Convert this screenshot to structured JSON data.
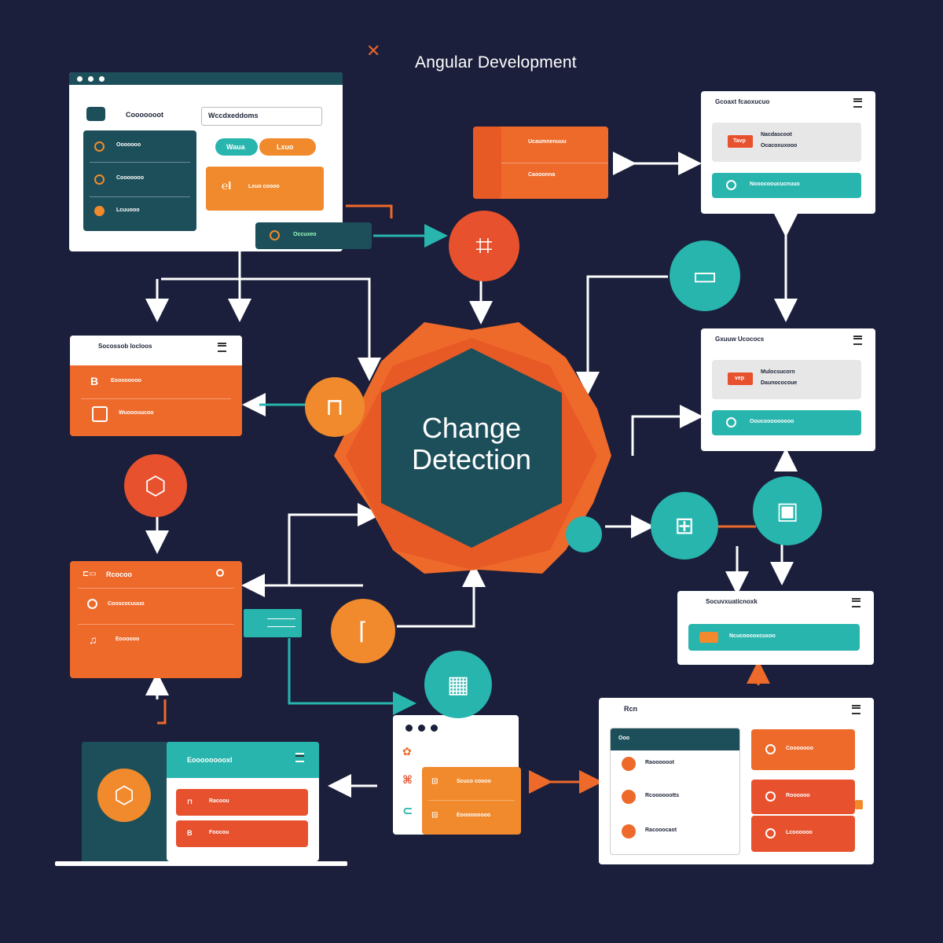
{
  "header": {
    "title": "Angular Development",
    "close_glyph": "✕"
  },
  "center": {
    "line1": "Change",
    "line2": "Detection"
  },
  "colors": {
    "background": "#1b1f3b",
    "orange": "#ee6a2a",
    "teal": "#27b5ad",
    "dark_teal": "#1d4f5b",
    "red": "#e8512e"
  },
  "panels": {
    "top_left": {
      "title": "Cooooooot",
      "search": "Wccdxeddoms",
      "list": [
        "Ooooooo",
        "Cooooooo",
        "Lcuuooo"
      ],
      "pill_a": "Waua",
      "pill_b": "Lxuo",
      "card": "Lxuo coooo"
    },
    "top_left_toolbar": "Occuxeo",
    "top_orange": [
      "Ucaumnenuuu",
      "Caooonna"
    ],
    "right_1": {
      "title": "Gcoaxt fcaoxucuo",
      "badge": "Tavp",
      "text_a": "Nacdascoot",
      "text_b": "Ocacoxuxooo",
      "button": "Nooocooucucnuuo"
    },
    "right_2": {
      "title": "Gxuuw Ucococs",
      "badge": "vep",
      "text_a": "Mulocsucorn",
      "text_b": "Daunococoue",
      "button": "Ooucooooooooo"
    },
    "right_3": {
      "title": "Socuvxuaticnoxk",
      "button": "Ncucooooxcuxoo"
    },
    "left_mid": {
      "title": "Socossob locloos",
      "rows": [
        "Eoooooooo",
        "Wuooouucoo"
      ]
    },
    "left_lower": {
      "title": "Rcocoo",
      "rows": [
        "Cooscocuuuo",
        "Eoooooo"
      ]
    },
    "laptop": {
      "title": "Eooooooooxl",
      "rows": [
        "Racoou",
        "Foocou"
      ]
    },
    "bottom_mid": {
      "rows": [
        "Scuco coooo",
        "Eooooooooo"
      ]
    },
    "bottom_right": {
      "title": "Rcn",
      "list_header": "Ooo",
      "list": [
        "Raoooooot",
        "Rcooooootts",
        "Racooocaot"
      ],
      "cards": [
        "Cooooooo",
        "Roooooo",
        "Lcoooooo"
      ]
    }
  }
}
